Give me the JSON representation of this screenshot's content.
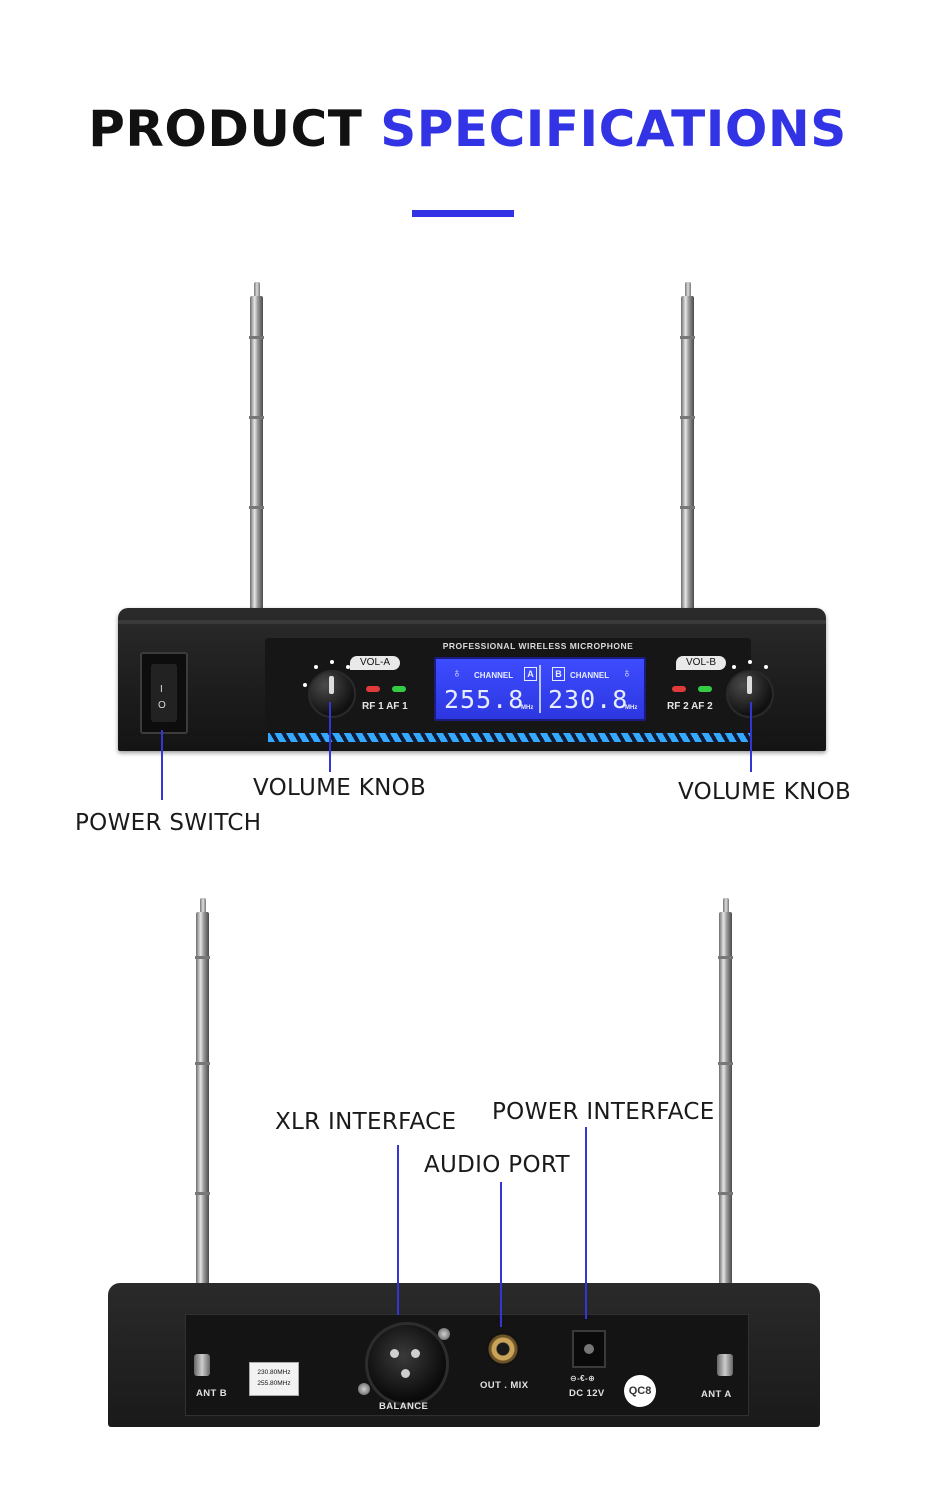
{
  "heading": {
    "word1": "PRODUCT",
    "word2": "SPECIFICATIONS"
  },
  "colors": {
    "accent": "#3333e6",
    "leader": "#3535d4",
    "lcd": "#3440f0"
  },
  "front": {
    "brand_line": "PROFESSIONAL WIRELESS MICROPHONE",
    "vol_a": "VOL-A",
    "vol_b": "VOL-B",
    "rf_af_1": "RF 1 AF 1",
    "rf_af_2": "RF 2 AF 2",
    "power_marks": {
      "on": "I",
      "off": "O"
    },
    "lcd": {
      "channel_label": "CHANNEL",
      "channel_a": "A",
      "channel_b": "B",
      "freq_a": "255.8",
      "freq_b": "230.8",
      "unit": "MHz"
    }
  },
  "callouts": {
    "volume_knob_left": "VOLUME KNOB",
    "volume_knob_right": "VOLUME KNOB",
    "power_switch": "POWER SWITCH",
    "xlr_interface": "XLR INTERFACE",
    "power_interface": "POWER INTERFACE",
    "audio_port": "AUDIO PORT"
  },
  "back": {
    "ant_b": "ANT B",
    "ant_a": "ANT A",
    "balance": "BALANCE",
    "out_mix": "OUT . MIX",
    "dc": "DC 12V",
    "dc_symbol": "⊖-€-⊕",
    "sticker_line1": "230.80MHz",
    "sticker_line2": "255.80MHz",
    "qc": "QC8"
  }
}
